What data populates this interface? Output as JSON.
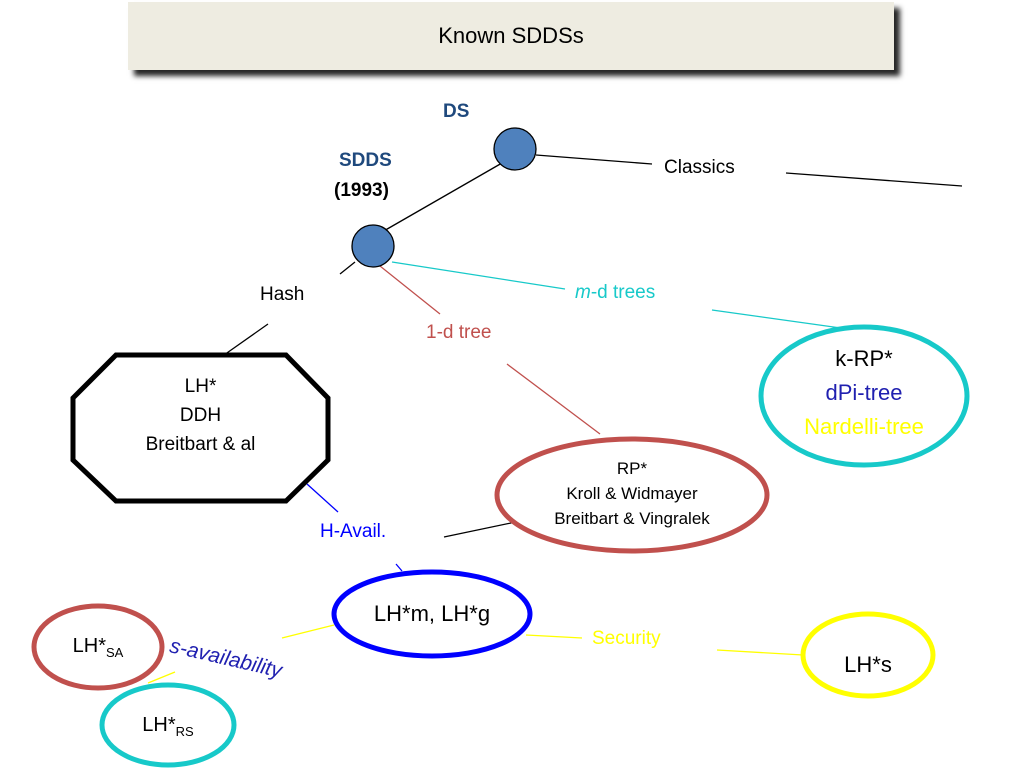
{
  "title": "Known SDDSs",
  "colors": {
    "node_fill": "#4f81bd",
    "blue_text": "#1f497d",
    "red": "#c0504d",
    "cyan": "#17c9c9",
    "dark_blue": "#0000ff",
    "yellow": "#ffff00",
    "navy": "#2020b0"
  },
  "nodes": {
    "ds": "DS",
    "sdds": "SDDS",
    "sdds_year": "(1993)"
  },
  "branches": {
    "classics": "Classics",
    "hash": "Hash",
    "md_trees_italic": "m",
    "md_trees_rest": "-d trees",
    "one_d_tree": "1-d tree",
    "h_avail": "H-Avail.",
    "security": "Security",
    "s_availability": "s-availability"
  },
  "boxes": {
    "hash_octagon": [
      "LH*",
      "DDH",
      "Breitbart & al"
    ],
    "rp_ellipse": [
      "RP*",
      "Kroll & Widmayer",
      "Breitbart & Vingralek"
    ],
    "md_ellipse": [
      "k-RP*",
      "dPi-tree",
      "Nardelli-tree"
    ],
    "lhm_ellipse": "LH*m, LH*g",
    "lhs_ellipse": "LH*s",
    "lhsa_main": "LH*",
    "lhsa_sub": "SA",
    "lhrs_main": "LH*",
    "lhrs_sub": "RS"
  }
}
